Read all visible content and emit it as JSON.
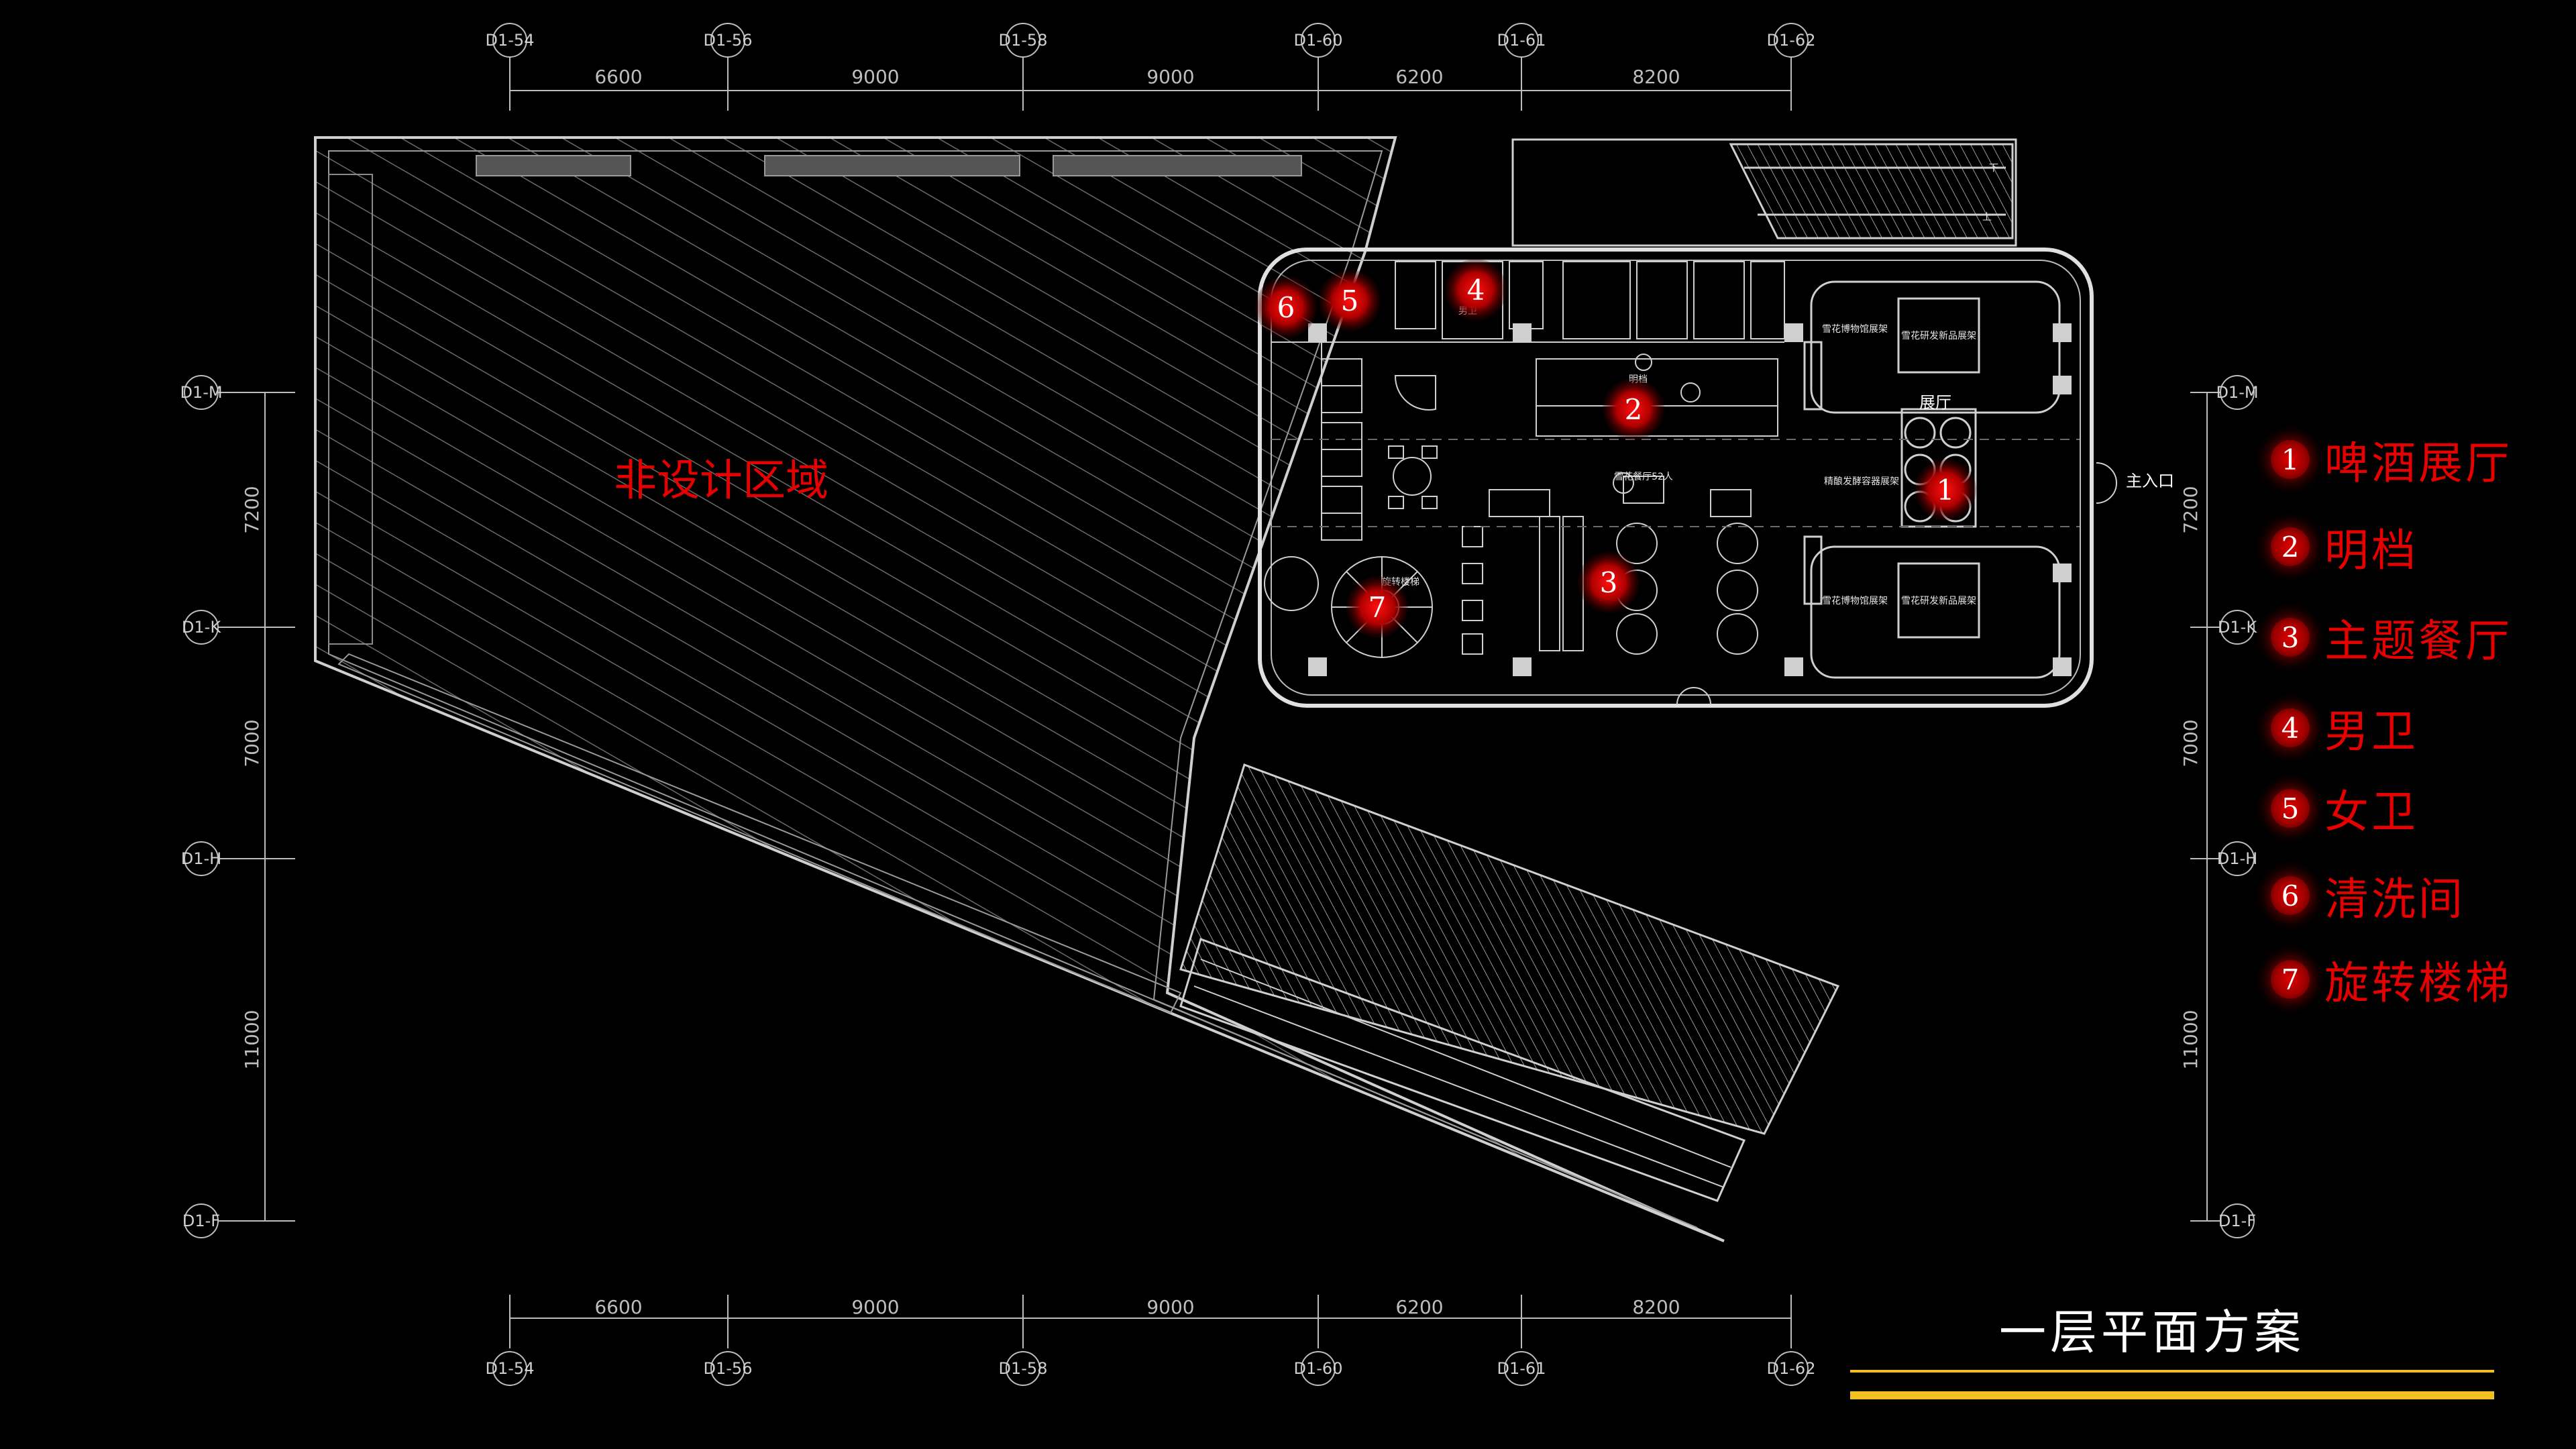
{
  "grid_top": [
    "D1-54",
    "D1-56",
    "D1-58",
    "D1-60",
    "D1-61",
    "D1-62"
  ],
  "grid_bottom": [
    "D1-54",
    "D1-56",
    "D1-58",
    "D1-60",
    "D1-61",
    "D1-62"
  ],
  "grid_left": [
    "D1-M",
    "D1-K",
    "D1-H",
    "D1-F"
  ],
  "grid_right": [
    "D1-M",
    "D1-K",
    "D1-H",
    "D1-F"
  ],
  "dims_top": [
    "6600",
    "9000",
    "9000",
    "6200",
    "8200"
  ],
  "dims_bottom": [
    "6600",
    "9000",
    "9000",
    "6200",
    "8200"
  ],
  "dims_left": [
    "7200",
    "7000",
    "11000"
  ],
  "dims_right": [
    "7200",
    "7000",
    "11000"
  ],
  "non_design_area": "非设计区域",
  "plan_labels": {
    "exhibition_hall": "展厅",
    "main_entrance": "主入口",
    "restaurant": "雪花餐厅52人",
    "spiral_stair": "旋转楼梯",
    "open_kitchen": "明档",
    "mens_room": "男卫",
    "shelf_1": "雪花博物馆展架",
    "shelf_2": "雪花研发新品展架",
    "shelf_3": "雪花博物馆展架",
    "shelf_4": "雪花研发新品展架",
    "brewing": "精酿发酵容器展架",
    "up": "上",
    "down": "下"
  },
  "markers": [
    {
      "num": "1"
    },
    {
      "num": "2"
    },
    {
      "num": "3"
    },
    {
      "num": "4"
    },
    {
      "num": "5"
    },
    {
      "num": "6"
    },
    {
      "num": "7"
    }
  ],
  "legend": [
    {
      "num": "1",
      "text": "啤酒展厅"
    },
    {
      "num": "2",
      "text": "明档"
    },
    {
      "num": "3",
      "text": "主题餐厅"
    },
    {
      "num": "4",
      "text": "男卫"
    },
    {
      "num": "5",
      "text": "女卫"
    },
    {
      "num": "6",
      "text": "清洗间"
    },
    {
      "num": "7",
      "text": "旋转楼梯"
    }
  ],
  "title": "一层平面方案",
  "colors": {
    "accent_red": "#e60000",
    "title_underline": "#f0c020",
    "linework": "#cfcfcf"
  }
}
